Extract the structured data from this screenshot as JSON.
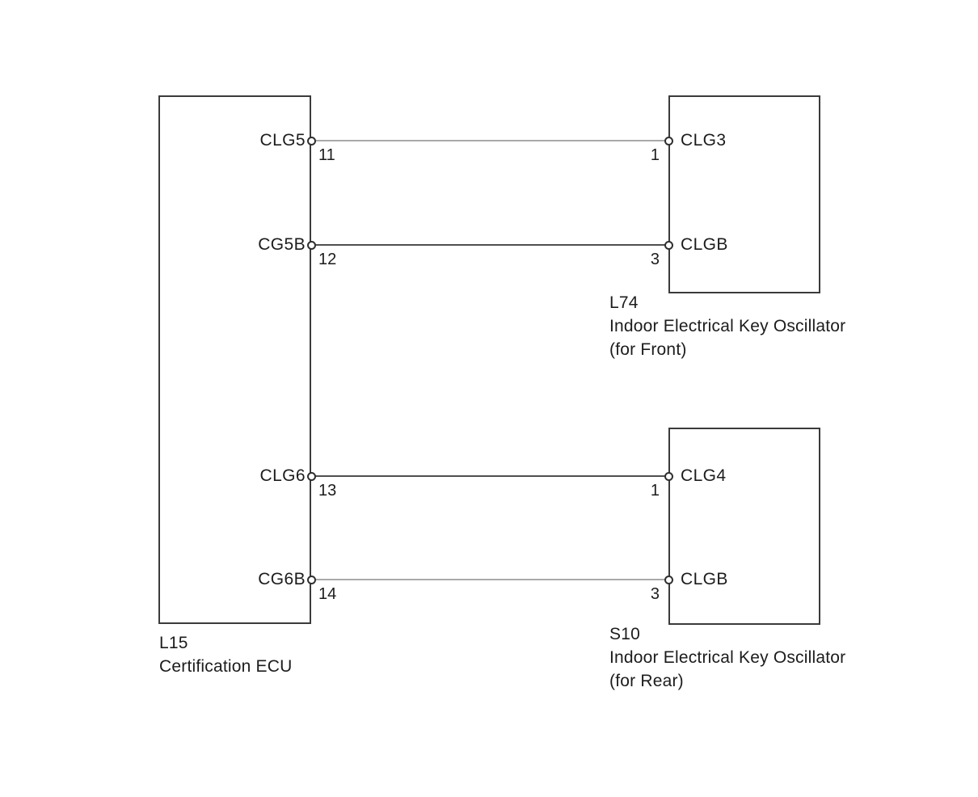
{
  "colors": {
    "bg": "#ffffff",
    "text": "#1c1c1c",
    "box_border": "#3b3b3b",
    "wire_light": "#a9a9a9",
    "wire_dark": "#4f4f4f",
    "node_border": "#2f2f2f",
    "node_fill": "#ffffff"
  },
  "ecu": {
    "code": "L15",
    "name": "Certification ECU",
    "pins": [
      {
        "terminal": "CLG5",
        "pin": "11"
      },
      {
        "terminal": "CG5B",
        "pin": "12"
      },
      {
        "terminal": "CLG6",
        "pin": "13"
      },
      {
        "terminal": "CG6B",
        "pin": "14"
      }
    ]
  },
  "oscillators": [
    {
      "code": "L74",
      "name": "Indoor Electrical Key Oscillator",
      "variant": "(for Front)",
      "pins": [
        {
          "pin": "1",
          "terminal": "CLG3"
        },
        {
          "pin": "3",
          "terminal": "CLGB"
        }
      ]
    },
    {
      "code": "S10",
      "name": "Indoor Electrical Key Oscillator",
      "variant": "(for Rear)",
      "pins": [
        {
          "pin": "1",
          "terminal": "CLG4"
        },
        {
          "pin": "3",
          "terminal": "CLGB"
        }
      ]
    }
  ],
  "connections": [
    {
      "from_component": "L15",
      "from_terminal": "CLG5",
      "from_pin": "11",
      "to_component": "L74",
      "to_pin": "1",
      "to_terminal": "CLG3",
      "wire_shade": "light"
    },
    {
      "from_component": "L15",
      "from_terminal": "CG5B",
      "from_pin": "12",
      "to_component": "L74",
      "to_pin": "3",
      "to_terminal": "CLGB",
      "wire_shade": "dark"
    },
    {
      "from_component": "L15",
      "from_terminal": "CLG6",
      "from_pin": "13",
      "to_component": "S10",
      "to_pin": "1",
      "to_terminal": "CLG4",
      "wire_shade": "dark"
    },
    {
      "from_component": "L15",
      "from_terminal": "CG6B",
      "from_pin": "14",
      "to_component": "S10",
      "to_pin": "3",
      "to_terminal": "CLGB",
      "wire_shade": "light"
    }
  ]
}
